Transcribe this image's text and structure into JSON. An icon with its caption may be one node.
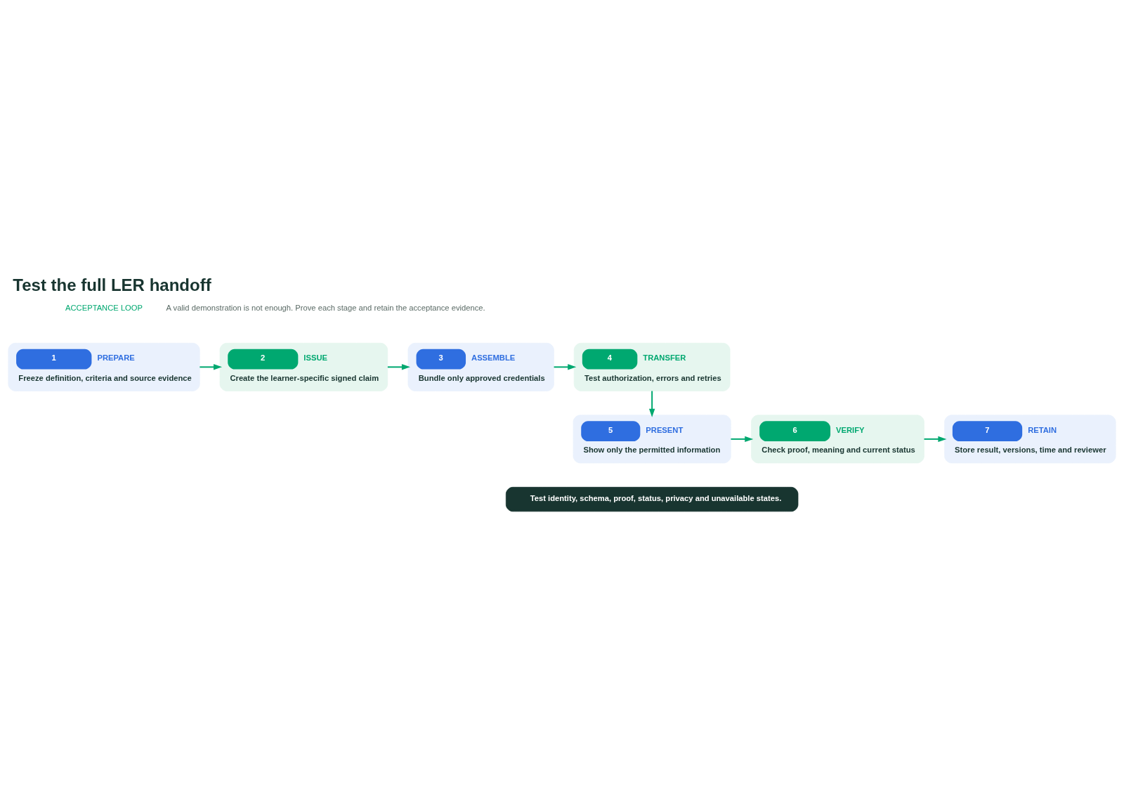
{
  "diagram": {
    "title": "Test the full LER handoff",
    "nodes": [
      {
        "text": [
          "1",
          "PREPARE",
          "Freeze definition, criteria and source evidence"
        ]
      },
      {
        "text": [
          "2",
          "ISSUE",
          "Create the learner-specific signed claim"
        ]
      },
      {
        "text": [
          "3",
          "ASSEMBLE",
          "Bundle only approved credentials"
        ]
      },
      {
        "text": [
          "4",
          "TRANSFER",
          "Test authorization, errors and retries"
        ]
      },
      {
        "text": [
          "5",
          "PRESENT",
          "Show only the permitted information"
        ]
      },
      {
        "text": [
          "6",
          "VERIFY",
          "Check proof, meaning and current status"
        ]
      },
      {
        "text": [
          "7",
          "RETAIN",
          "Store result, versions, time and reviewer"
        ]
      },
      {
        "text": [
          "Test identity, schema, proof, status, privacy and unavailable states."
        ]
      }
    ],
    "edges": [
      {
        "from": 0,
        "to": 1,
        "arrow": "to"
      },
      {
        "from": 1,
        "to": 2,
        "arrow": "to"
      },
      {
        "from": 2,
        "to": 3,
        "arrow": "to"
      },
      {
        "from": 3,
        "to": 4,
        "arrow": "to"
      },
      {
        "from": 4,
        "to": 5,
        "arrow": "to"
      },
      {
        "from": 5,
        "to": 6,
        "arrow": "to"
      }
    ],
    "labels": [
      "ACCEPTANCE LOOP",
      "A valid demonstration is not enough. Prove each stage and retain the acceptance evidence."
    ]
  }
}
